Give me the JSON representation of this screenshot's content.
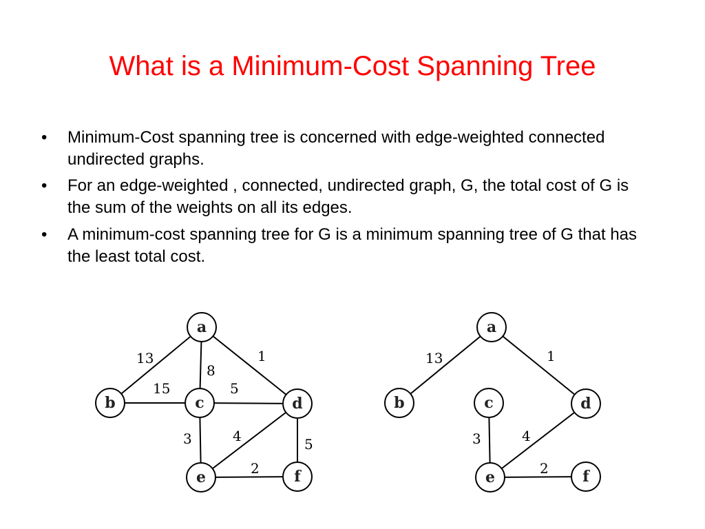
{
  "slide": {
    "title": "What is a Minimum-Cost Spanning Tree",
    "bullet_symbol": "•",
    "bullets": [
      "Minimum-Cost spanning tree is concerned with edge-weighted connected undirected graphs.",
      "For an edge-weighted , connected, undirected graph, G, the total cost of G is the sum of the weights on all its edges.",
      "A minimum-cost spanning tree for G is a minimum spanning tree of G that has the least total cost."
    ]
  },
  "graph": {
    "nodes": [
      "a",
      "b",
      "c",
      "d",
      "e",
      "f"
    ],
    "edges": [
      {
        "from": "a",
        "to": "b",
        "weight": "13"
      },
      {
        "from": "a",
        "to": "c",
        "weight": "8"
      },
      {
        "from": "a",
        "to": "d",
        "weight": "1"
      },
      {
        "from": "b",
        "to": "c",
        "weight": "15"
      },
      {
        "from": "c",
        "to": "d",
        "weight": "5"
      },
      {
        "from": "c",
        "to": "e",
        "weight": "3"
      },
      {
        "from": "d",
        "to": "e",
        "weight": "4"
      },
      {
        "from": "d",
        "to": "f",
        "weight": "5"
      },
      {
        "from": "e",
        "to": "f",
        "weight": "2"
      }
    ]
  },
  "spanning_tree": {
    "nodes": [
      "a",
      "b",
      "c",
      "d",
      "e",
      "f"
    ],
    "edges": [
      {
        "from": "a",
        "to": "b",
        "weight": "13"
      },
      {
        "from": "a",
        "to": "d",
        "weight": "1"
      },
      {
        "from": "c",
        "to": "e",
        "weight": "3"
      },
      {
        "from": "d",
        "to": "e",
        "weight": "4"
      },
      {
        "from": "e",
        "to": "f",
        "weight": "2"
      }
    ]
  }
}
